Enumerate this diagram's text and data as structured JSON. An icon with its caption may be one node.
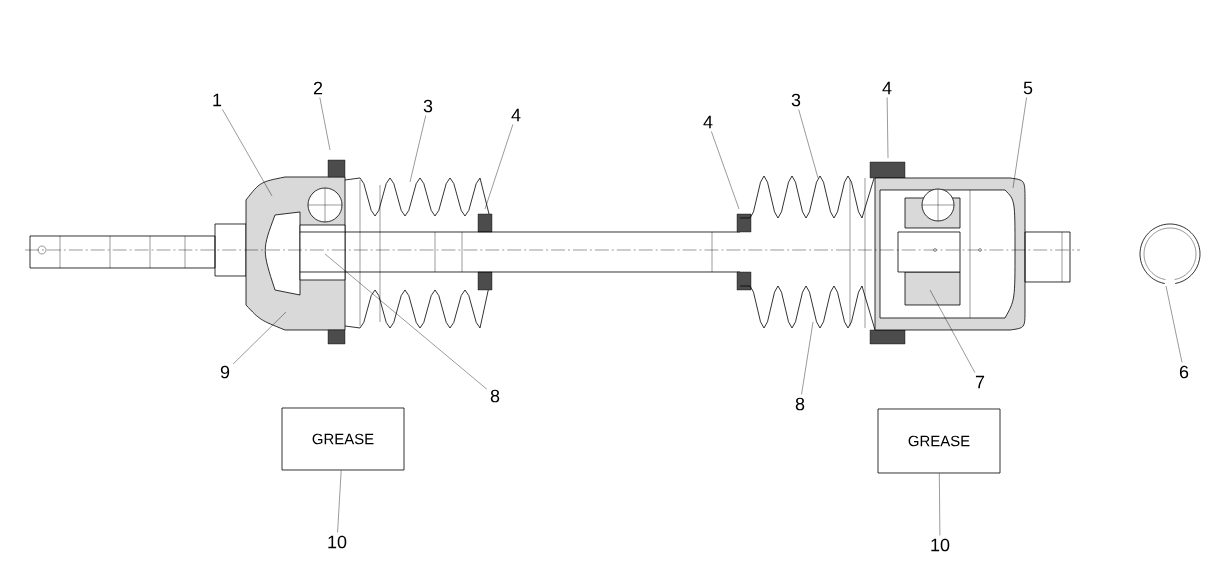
{
  "diagram": {
    "nodes": [
      {
        "text": [
          "1"
        ]
      },
      {
        "text": [
          "2"
        ]
      },
      {
        "text": [
          "3"
        ]
      },
      {
        "text": [
          "4"
        ]
      },
      {
        "text": [
          "4"
        ]
      },
      {
        "text": [
          "3"
        ]
      },
      {
        "text": [
          "4"
        ]
      },
      {
        "text": [
          "5"
        ]
      },
      {
        "text": [
          "6"
        ]
      },
      {
        "text": [
          "7"
        ]
      },
      {
        "text": [
          "8"
        ]
      },
      {
        "text": [
          "8"
        ]
      },
      {
        "text": [
          "9"
        ]
      },
      {
        "text": [
          "GREASE"
        ]
      },
      {
        "text": [
          "GREASE"
        ]
      },
      {
        "text": [
          "10"
        ]
      },
      {
        "text": [
          "10"
        ]
      }
    ],
    "edges": [
      {
        "from": 0,
        "to": null,
        "arrow": "none"
      },
      {
        "from": 1,
        "to": null,
        "arrow": "none"
      },
      {
        "from": 2,
        "to": null,
        "arrow": "none"
      },
      {
        "from": 3,
        "to": null,
        "arrow": "none"
      },
      {
        "from": 4,
        "to": null,
        "arrow": "none"
      },
      {
        "from": 5,
        "to": null,
        "arrow": "none"
      },
      {
        "from": 6,
        "to": null,
        "arrow": "none"
      },
      {
        "from": 7,
        "to": null,
        "arrow": "none"
      },
      {
        "from": 8,
        "to": null,
        "arrow": "none"
      },
      {
        "from": 9,
        "to": null,
        "arrow": "none"
      },
      {
        "from": 10,
        "to": null,
        "arrow": "none"
      },
      {
        "from": 11,
        "to": null,
        "arrow": "none"
      },
      {
        "from": 12,
        "to": null,
        "arrow": "none"
      },
      {
        "from": 15,
        "to": 13,
        "arrow": "none"
      },
      {
        "from": 16,
        "to": 14,
        "arrow": "none"
      }
    ]
  }
}
